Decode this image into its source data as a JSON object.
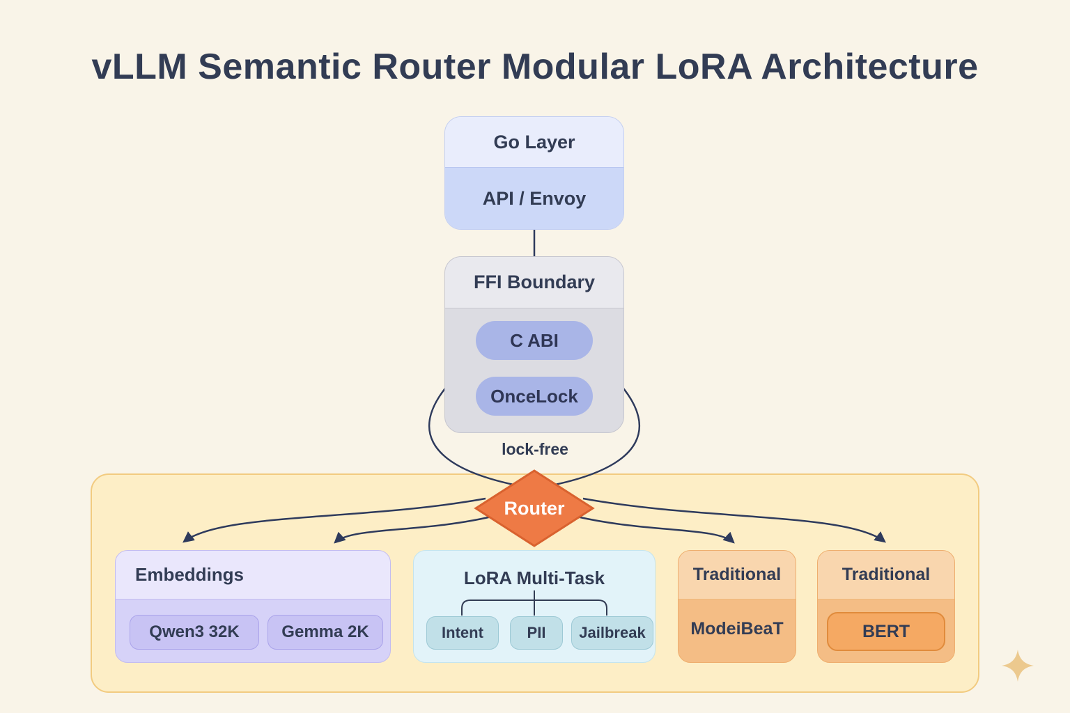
{
  "title": "vLLM Semantic Router Modular LoRA Architecture",
  "go_layer": {
    "title": "Go Layer",
    "subtitle": "API / Envoy"
  },
  "ffi_boundary": {
    "title": "FFI Boundary",
    "pills": [
      "C ABI",
      "OnceLock"
    ]
  },
  "lock_free_label": "lock-free",
  "router": {
    "label": "Router"
  },
  "groups": {
    "embeddings": {
      "title": "Embeddings",
      "pills": [
        "Qwen3 32K",
        "Gemma 2K"
      ]
    },
    "lora_multi_task": {
      "title": "LoRA Multi-Task",
      "pills": [
        "Intent",
        "PII",
        "Jailbreak"
      ]
    },
    "traditional_modernbert": {
      "title": "Traditional",
      "label": "ModeiBeaT"
    },
    "traditional_bert": {
      "title": "Traditional",
      "pill": "BERT"
    }
  },
  "colors": {
    "background": "#f9f4e8",
    "title_text": "#323c54",
    "connector_line": "#2e3a5c",
    "router_orange": "#ee7a45",
    "panel_yellow": "#fdeec6",
    "panel_border": "#f2cb80",
    "go_layer_blue": "#ccd8f8",
    "ffi_gray": "#dcdce2",
    "ffi_pill_purple": "#a9b5e7",
    "embeddings_lavender": "#d6d2f8",
    "lora_cyan": "#e2f3f9",
    "traditional_peach": "#f4bd85",
    "bert_pill_orange": "#f5a963",
    "sparkle_gold": "#ecc98e"
  }
}
